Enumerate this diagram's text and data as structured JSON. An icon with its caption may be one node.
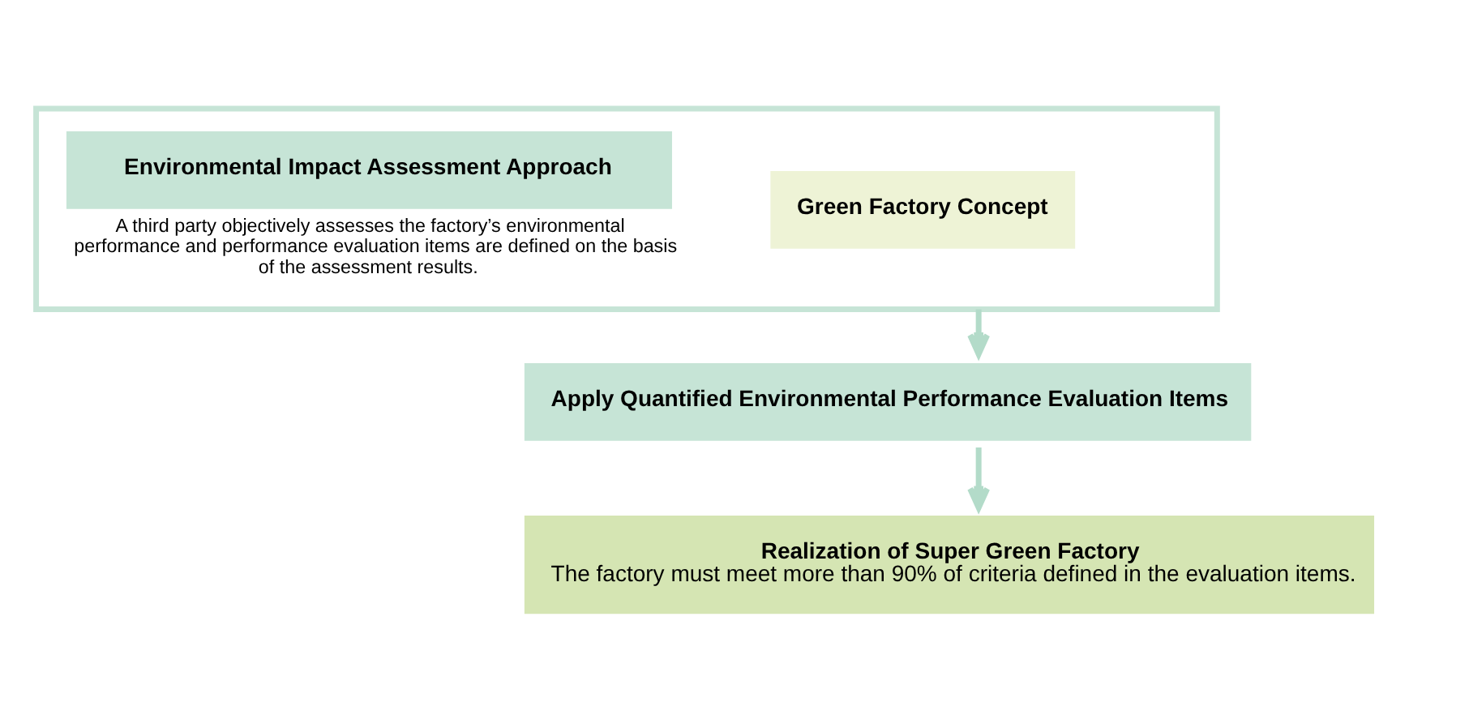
{
  "diagram": {
    "nodes": [
      {
        "text": [],
        "shape": "box"
      },
      {
        "text": [
          "Green Factory Concept"
        ],
        "in": 0
      },
      {
        "text": [
          "Environmental Impact Assessment Approach"
        ],
        "in": 0,
        "beside": [
          "A third party objectively assesses the factory’s environmental performance and performance evaluation items are defined on the basis of the assessment results."
        ]
      },
      {
        "text": [
          "Apply Quantified Environmental Performance Evaluation Items"
        ]
      },
      {
        "text": [
          "Realization of Super Green Factory",
          "The factory must meet more than 90% of criteria defined in the evaluation items."
        ]
      }
    ],
    "edges": [
      {
        "from": 0,
        "to": 3,
        "arrow": "to"
      },
      {
        "from": 3,
        "to": 4,
        "arrow": "to"
      }
    ]
  }
}
